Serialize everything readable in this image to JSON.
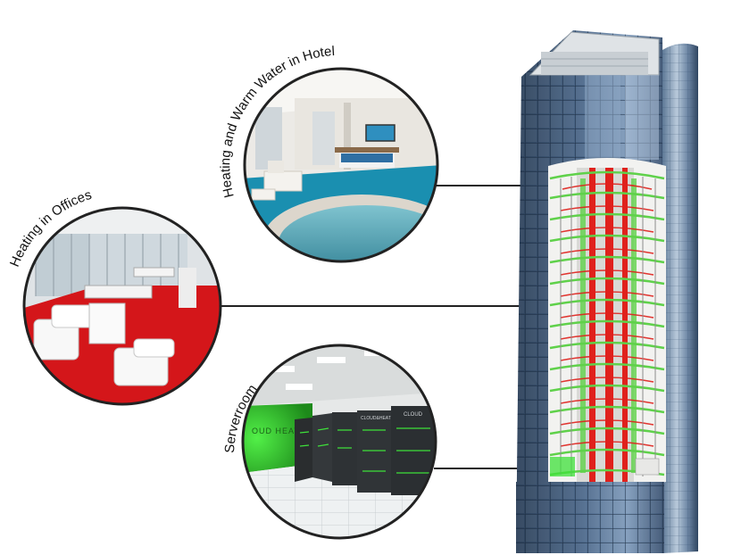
{
  "callouts": {
    "hotel": {
      "label": "Heating and Warm Water in Hotel"
    },
    "offices": {
      "label": "Heating in Offices"
    },
    "serverroom": {
      "label": "Serverroom"
    }
  },
  "server_racks": {
    "brand_label": "CLOUD&HEAT",
    "brand_label_cut": "CLOUD",
    "wall_text": "OUD  HEAT"
  },
  "colors": {
    "background": "#ffffff",
    "glass_dark": "#2f4560",
    "glass_mid": "#4a6584",
    "glass_light": "#8fa8c4",
    "heating_red": "#e0211c",
    "pipe_green": "#5fd14a",
    "server_glow": "#3ee03a",
    "hotel_water": "#1a8fb0",
    "office_floor": "#d4161a",
    "connector": "#222222"
  },
  "icons": [
    "hotel-room-image",
    "office-image",
    "serverroom-image",
    "skyscraper-cutaway-image"
  ]
}
